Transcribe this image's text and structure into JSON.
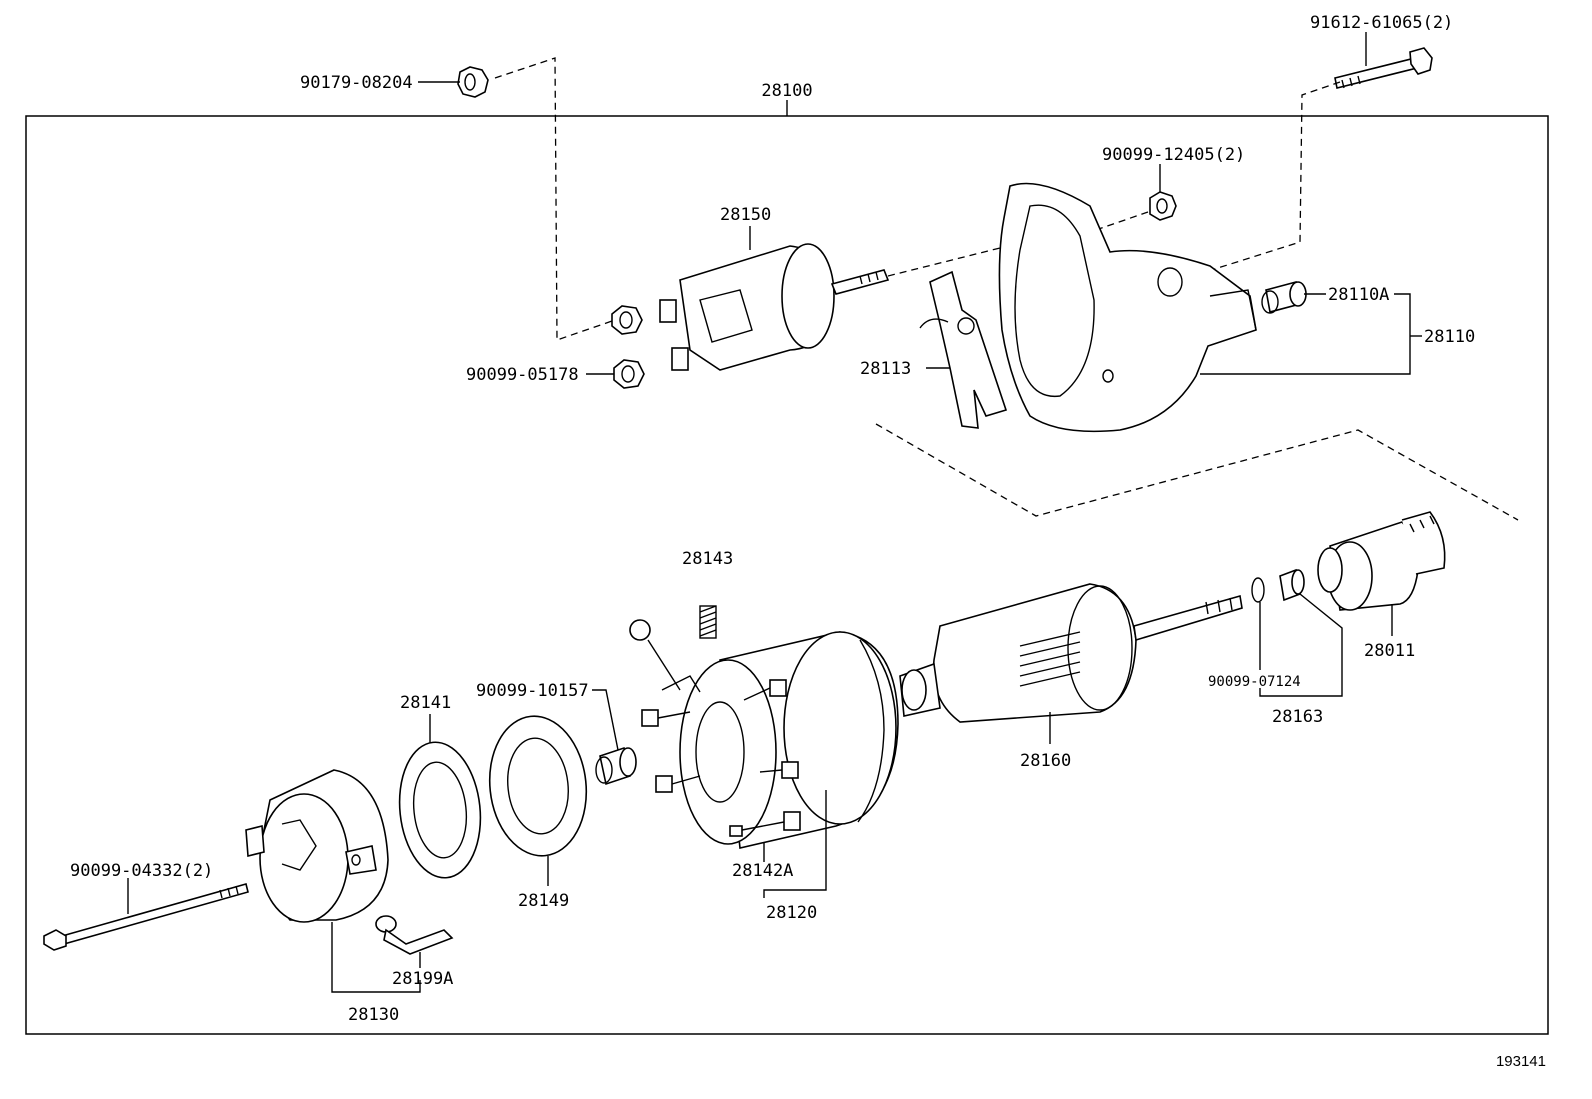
{
  "figure_number": "193141",
  "assembly": {
    "label": "28100"
  },
  "labels": {
    "p90179_08204": "90179-08204",
    "p91612_61065": "91612-61065(2)",
    "p90099_12405": "90099-12405(2)",
    "p28150": "28150",
    "p28110A": "28110A",
    "p28110": "28110",
    "p28113": "28113",
    "p90099_05178": "90099-05178",
    "p28143": "28143",
    "p90099_10157": "90099-10157",
    "p28141": "28141",
    "p28149": "28149",
    "p28142A": "28142A",
    "p28120": "28120",
    "p28160": "28160",
    "p90099_07124": "90099-07124",
    "p28163": "28163",
    "p28011": "28011",
    "p90099_04332": "90099-04332(2)",
    "p28199A": "28199A",
    "p28130": "28130"
  }
}
